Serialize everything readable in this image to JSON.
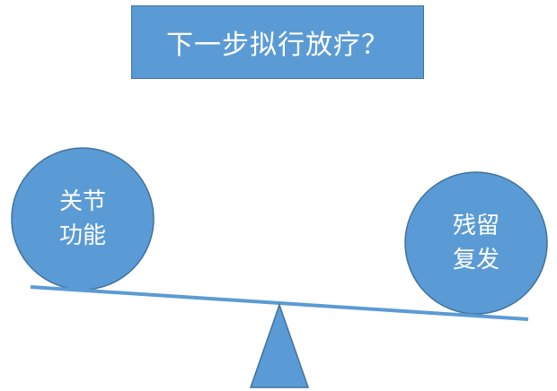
{
  "title": "下一步拟行放疗？",
  "left_weight": {
    "line1": "关节",
    "line2": "功能"
  },
  "right_weight": {
    "line1": "残留",
    "line2": "复发"
  },
  "colors": {
    "fill": "#5b9bd5",
    "stroke": "#41719c",
    "text": "#ffffff"
  }
}
